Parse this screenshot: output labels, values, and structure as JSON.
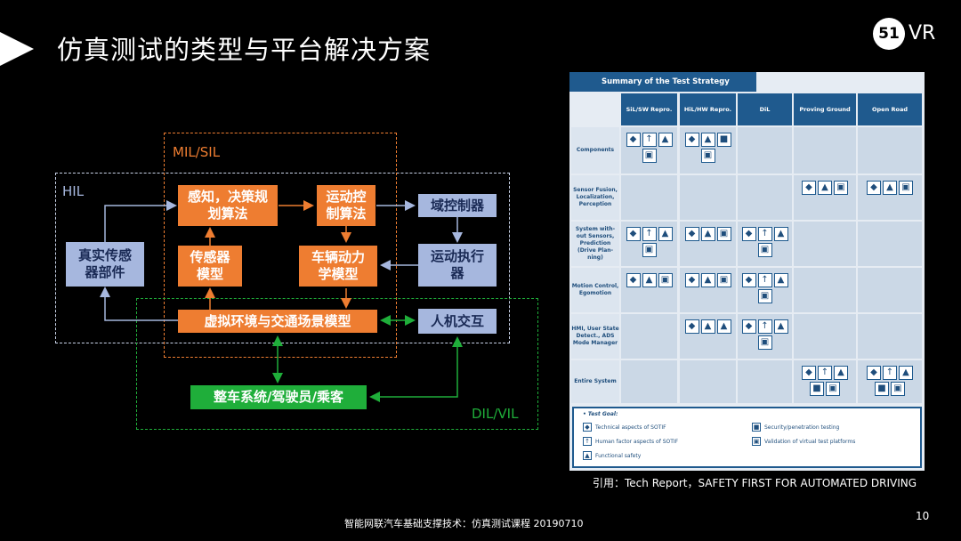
{
  "slide": {
    "title": "仿真测试的类型与平台解决方案",
    "logo_number": "51",
    "logo_text": "VR",
    "citation": "引用：Tech Report，SAFETY FIRST FOR AUTOMATED DRIVING",
    "footer": "智能网联汽车基础支撑技术：仿真测试课程 20190710",
    "page_number": "10"
  },
  "diagram": {
    "regions": {
      "mil_sil": "MIL/SIL",
      "hil": "HIL",
      "dil_vil": "DIL/VIL"
    },
    "boxes": {
      "perception_decision": "感知，决策规\n划算法",
      "motion_control": "运动控\n制算法",
      "domain_controller": "域控制器",
      "real_sensor": "真实传感\n器部件",
      "sensor_model": "传感器\n模型",
      "vehicle_dynamics": "车辆动力\n学模型",
      "motion_actuator": "运动执行\n器",
      "virtual_env": "虚拟环境与交通场景模型",
      "hmi": "人机交互",
      "vehicle_system": "整车系统/驾驶员/乘客"
    },
    "colors": {
      "orange": "#EE7D31",
      "blue": "#A6B7DE",
      "green": "#1FAE3A",
      "mil_border": "#EE7D31",
      "hil_border": "#C9D3E8",
      "dil_border": "#1FAE3A"
    }
  },
  "test_strategy": {
    "title": "Summary of the Test Strategy",
    "columns": [
      "SiL/SW Repro.",
      "HiL/HW Repro.",
      "DiL",
      "Proving Ground",
      "Open Road"
    ],
    "rows": [
      {
        "label": "Components",
        "cells": [
          [
            "diamond",
            "person",
            "lock-alt",
            "car"
          ],
          [
            "diamond",
            "lock-alt",
            "lock",
            "car"
          ],
          [],
          [],
          []
        ]
      },
      {
        "label": "Sensor Fusion, Localization, Perception",
        "cells": [
          [],
          [],
          [],
          [
            "diamond",
            "lock-alt",
            "car"
          ],
          [
            "diamond",
            "lock-alt",
            "car"
          ]
        ]
      },
      {
        "label": "System with-out Sensors, Prediction (Drive Plan-ning)",
        "cells": [
          [
            "diamond",
            "person",
            "lock-alt",
            "car"
          ],
          [
            "diamond",
            "lock-alt",
            "car"
          ],
          [
            "diamond",
            "person",
            "lock-alt",
            "car"
          ],
          [],
          []
        ]
      },
      {
        "label": "Motion Control, Egomotion",
        "cells": [
          [
            "diamond",
            "lock-alt",
            "car"
          ],
          [
            "diamond",
            "lock-alt",
            "car"
          ],
          [
            "diamond",
            "person",
            "lock-alt",
            "car"
          ],
          [],
          []
        ]
      },
      {
        "label": "HMI, User State Detect., ADS Mode Manager",
        "cells": [
          [],
          [
            "diamond",
            "lock-alt",
            "lock-alt"
          ],
          [
            "diamond",
            "person",
            "lock-alt",
            "car"
          ],
          [],
          []
        ]
      },
      {
        "label": "Entire System",
        "cells": [
          [],
          [],
          [],
          [
            "diamond",
            "person",
            "lock-alt",
            "lock",
            "car"
          ],
          [
            "diamond",
            "person",
            "lock-alt",
            "lock",
            "car"
          ]
        ]
      }
    ],
    "legend": {
      "title": "• Test Goal:",
      "items": [
        {
          "icon": "diamond",
          "text": "Technical aspects of SOTIF"
        },
        {
          "icon": "person",
          "text": "Human factor aspects of SOTIF"
        },
        {
          "icon": "lock-alt",
          "text": "Functional safety"
        },
        {
          "icon": "lock",
          "text": "Security/penetration testing"
        },
        {
          "icon": "car",
          "text": "Validation of virtual test platforms"
        }
      ]
    },
    "colors": {
      "header": "#1F5A8E",
      "cell": "#CBD8E6",
      "background": "#E6ECF3"
    }
  }
}
